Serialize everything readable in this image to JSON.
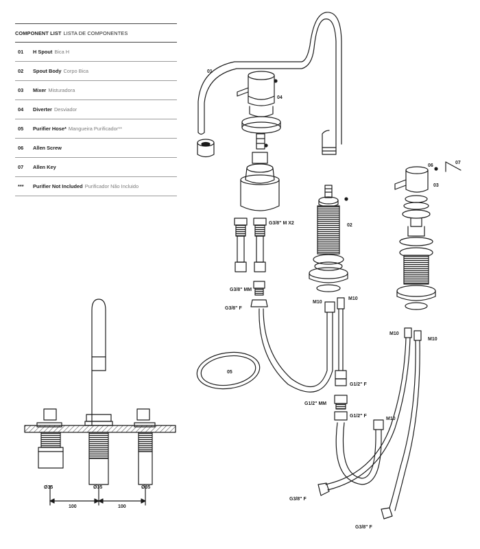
{
  "component_list": {
    "header_en": "COMPONENT LIST",
    "header_pt": "LISTA DE COMPONENTES",
    "items": [
      {
        "num": "01",
        "en": "H Spout",
        "pt": "Bica H"
      },
      {
        "num": "02",
        "en": "Spout Body",
        "pt": "Corpo Bica"
      },
      {
        "num": "03",
        "en": "Mixer",
        "pt": "Misturadora"
      },
      {
        "num": "04",
        "en": "Diverter",
        "pt": "Desviador"
      },
      {
        "num": "05",
        "en": "Purifier Hose*",
        "pt": "Mangueira Purificador**"
      },
      {
        "num": "06",
        "en": "Allen Screw",
        "pt": ""
      },
      {
        "num": "07",
        "en": "Allen Key",
        "pt": ""
      },
      {
        "num": "***",
        "en": "Purifier Not Included",
        "pt": "Purificador Não Incluido"
      }
    ]
  },
  "callouts": {
    "c01": "01",
    "c02": "02",
    "c03": "03",
    "c04": "04",
    "c05": "05",
    "c06": "06",
    "c07": "07"
  },
  "connectors": {
    "g38_m_x2": "G3/8\" M X2",
    "g38_mm": "G3/8\" MM",
    "g38_f_top": "G3/8\" F",
    "m10_a": "M10",
    "m10_b": "M10",
    "g12_f_a": "G1/2\" F",
    "g12_mm": "G1/2\" MM",
    "g12_f_b": "G1/2\" F",
    "m10_c": "M10",
    "m10_d": "M10",
    "m10_e": "M10",
    "g38_f_b1": "G3/8\" F",
    "g38_f_b2": "G3/8\" F"
  },
  "dimensions": {
    "d1": "Ø35",
    "d2": "Ø35",
    "d3": "Ø35",
    "s1": "100",
    "s2": "100"
  },
  "colors": {
    "line": "#1a1a1a",
    "muted": "#7a7a7a",
    "counter_hatch": "#555555"
  }
}
